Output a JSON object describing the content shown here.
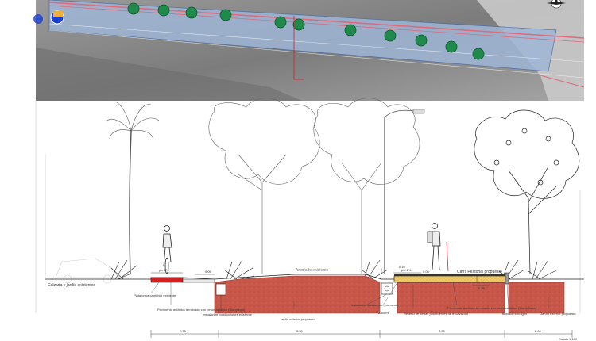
{
  "plan": {
    "trees_plan": "green circles (proposed trees)"
  },
  "section": {
    "labels": {
      "calzada": "Calzada y jardín existentes",
      "arboles_existentes": "Arbolado existente",
      "carril_peatonal": "Carril Peatonal propuesto",
      "plataforma_bici": "Plataforma carril bici existente",
      "pavimento_bici": "Pavimento asfáltico terminado con betún asfáltico (Slurry roja)",
      "instalacion_existente": "Instalación conducciones existente",
      "jardin_propuesto": "Jardín exterior propuesto",
      "instalacion_propuesta": "Instalación conducción propuesta",
      "zahorra": "Zahorra",
      "relleno": "Relleno de tierras procedentes de excavación",
      "pavimento_peatonal": "Pavimento asfáltico terminado con betún asfáltico (Slurry llana)",
      "bordillo": "Bordillo hormigón",
      "jardin_exterior": "Jardín exterior propuesto"
    },
    "dims": {
      "d1": "2.30",
      "d2": "5.30",
      "d3": "4.00",
      "d4": "2.00",
      "h1": "0.05",
      "h2": "0.05",
      "h3": "0.10",
      "h4": "0.09",
      "slope1": "pte 2%",
      "slope2": "pte 2%"
    },
    "scale": "Escala 1:100"
  },
  "colors": {
    "plan_bg": "#8c8c8c",
    "path_blue": "#9fb6d6",
    "path_red": "#e06a7a",
    "tree_green": "#1f8a4c",
    "soil": "#c8574a",
    "pavement_yellow": "#f0cc6a",
    "red_lane": "#d62020"
  }
}
